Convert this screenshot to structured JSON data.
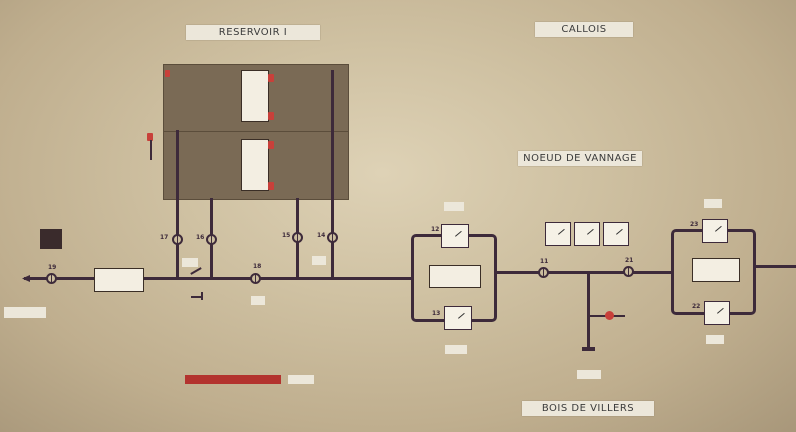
{
  "labels": {
    "reservoir": "RESERVOIR I",
    "callois": "CALLOIS",
    "noeud": "NOEUD DE VANNAGE",
    "bois": "BOIS DE VILLERS"
  },
  "valves": {
    "v17": "17",
    "v16": "16",
    "v15": "15",
    "v14": "14",
    "v18": "18",
    "v19": "19",
    "v11": "11",
    "v21": "21",
    "v12": "12",
    "v13": "13",
    "v22": "22",
    "v23": "23"
  },
  "colors": {
    "pipe": "#3d2a3a",
    "alarm": "#c8403a",
    "panel": "#cfc1a2"
  }
}
